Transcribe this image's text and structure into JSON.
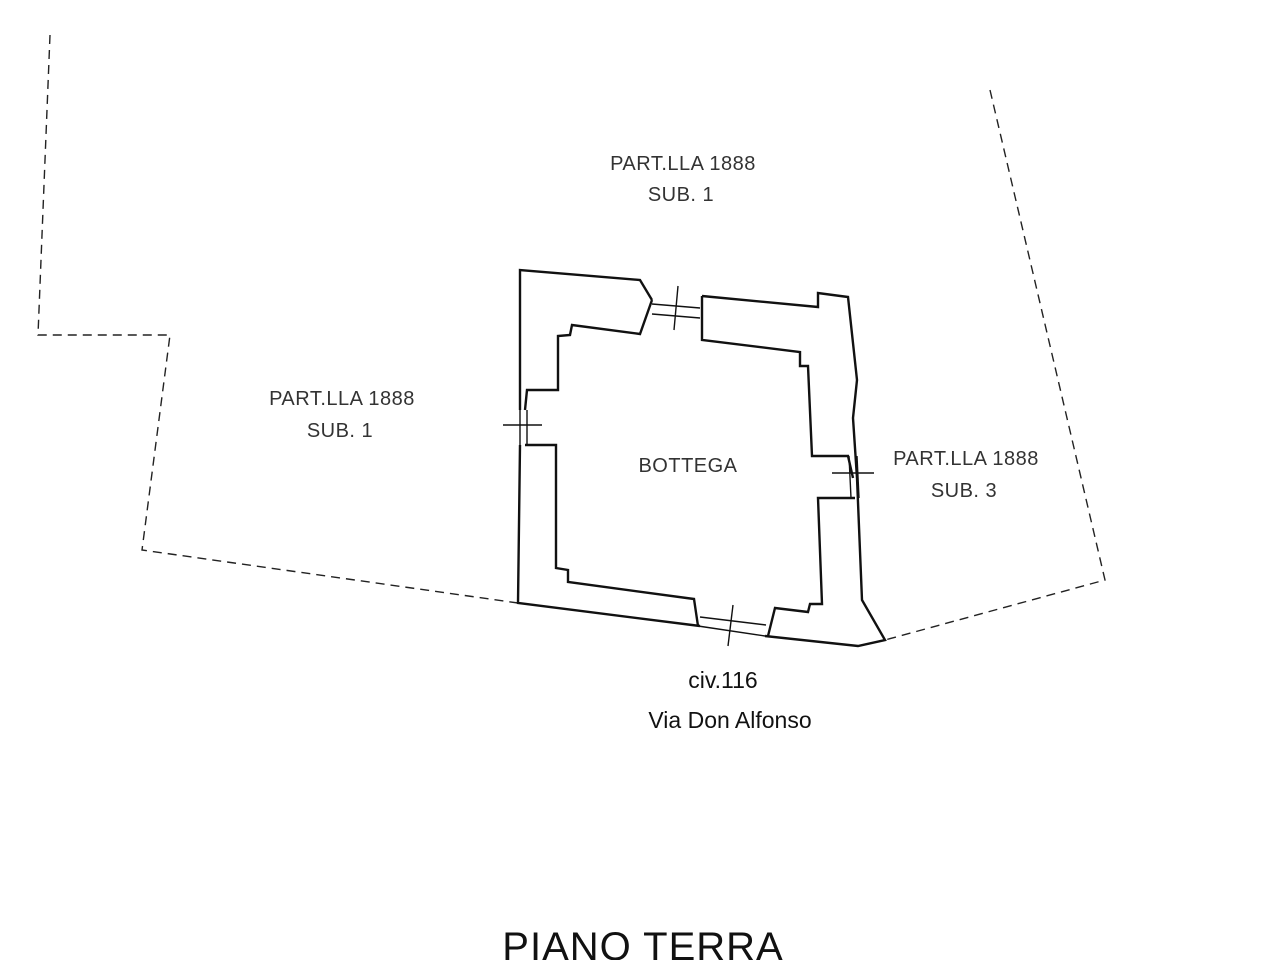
{
  "labels": {
    "parcel_top_line1": "PART.LLA 1888",
    "parcel_top_line2": "SUB. 1",
    "parcel_left_line1": "PART.LLA 1888",
    "parcel_left_line2": "SUB. 1",
    "parcel_right_line1": "PART.LLA 1888",
    "parcel_right_line2": "SUB. 3",
    "room": "BOTTEGA",
    "civic_number": "civ.116",
    "street": "Via Don Alfonso",
    "floor_title": "PIANO TERRA"
  }
}
